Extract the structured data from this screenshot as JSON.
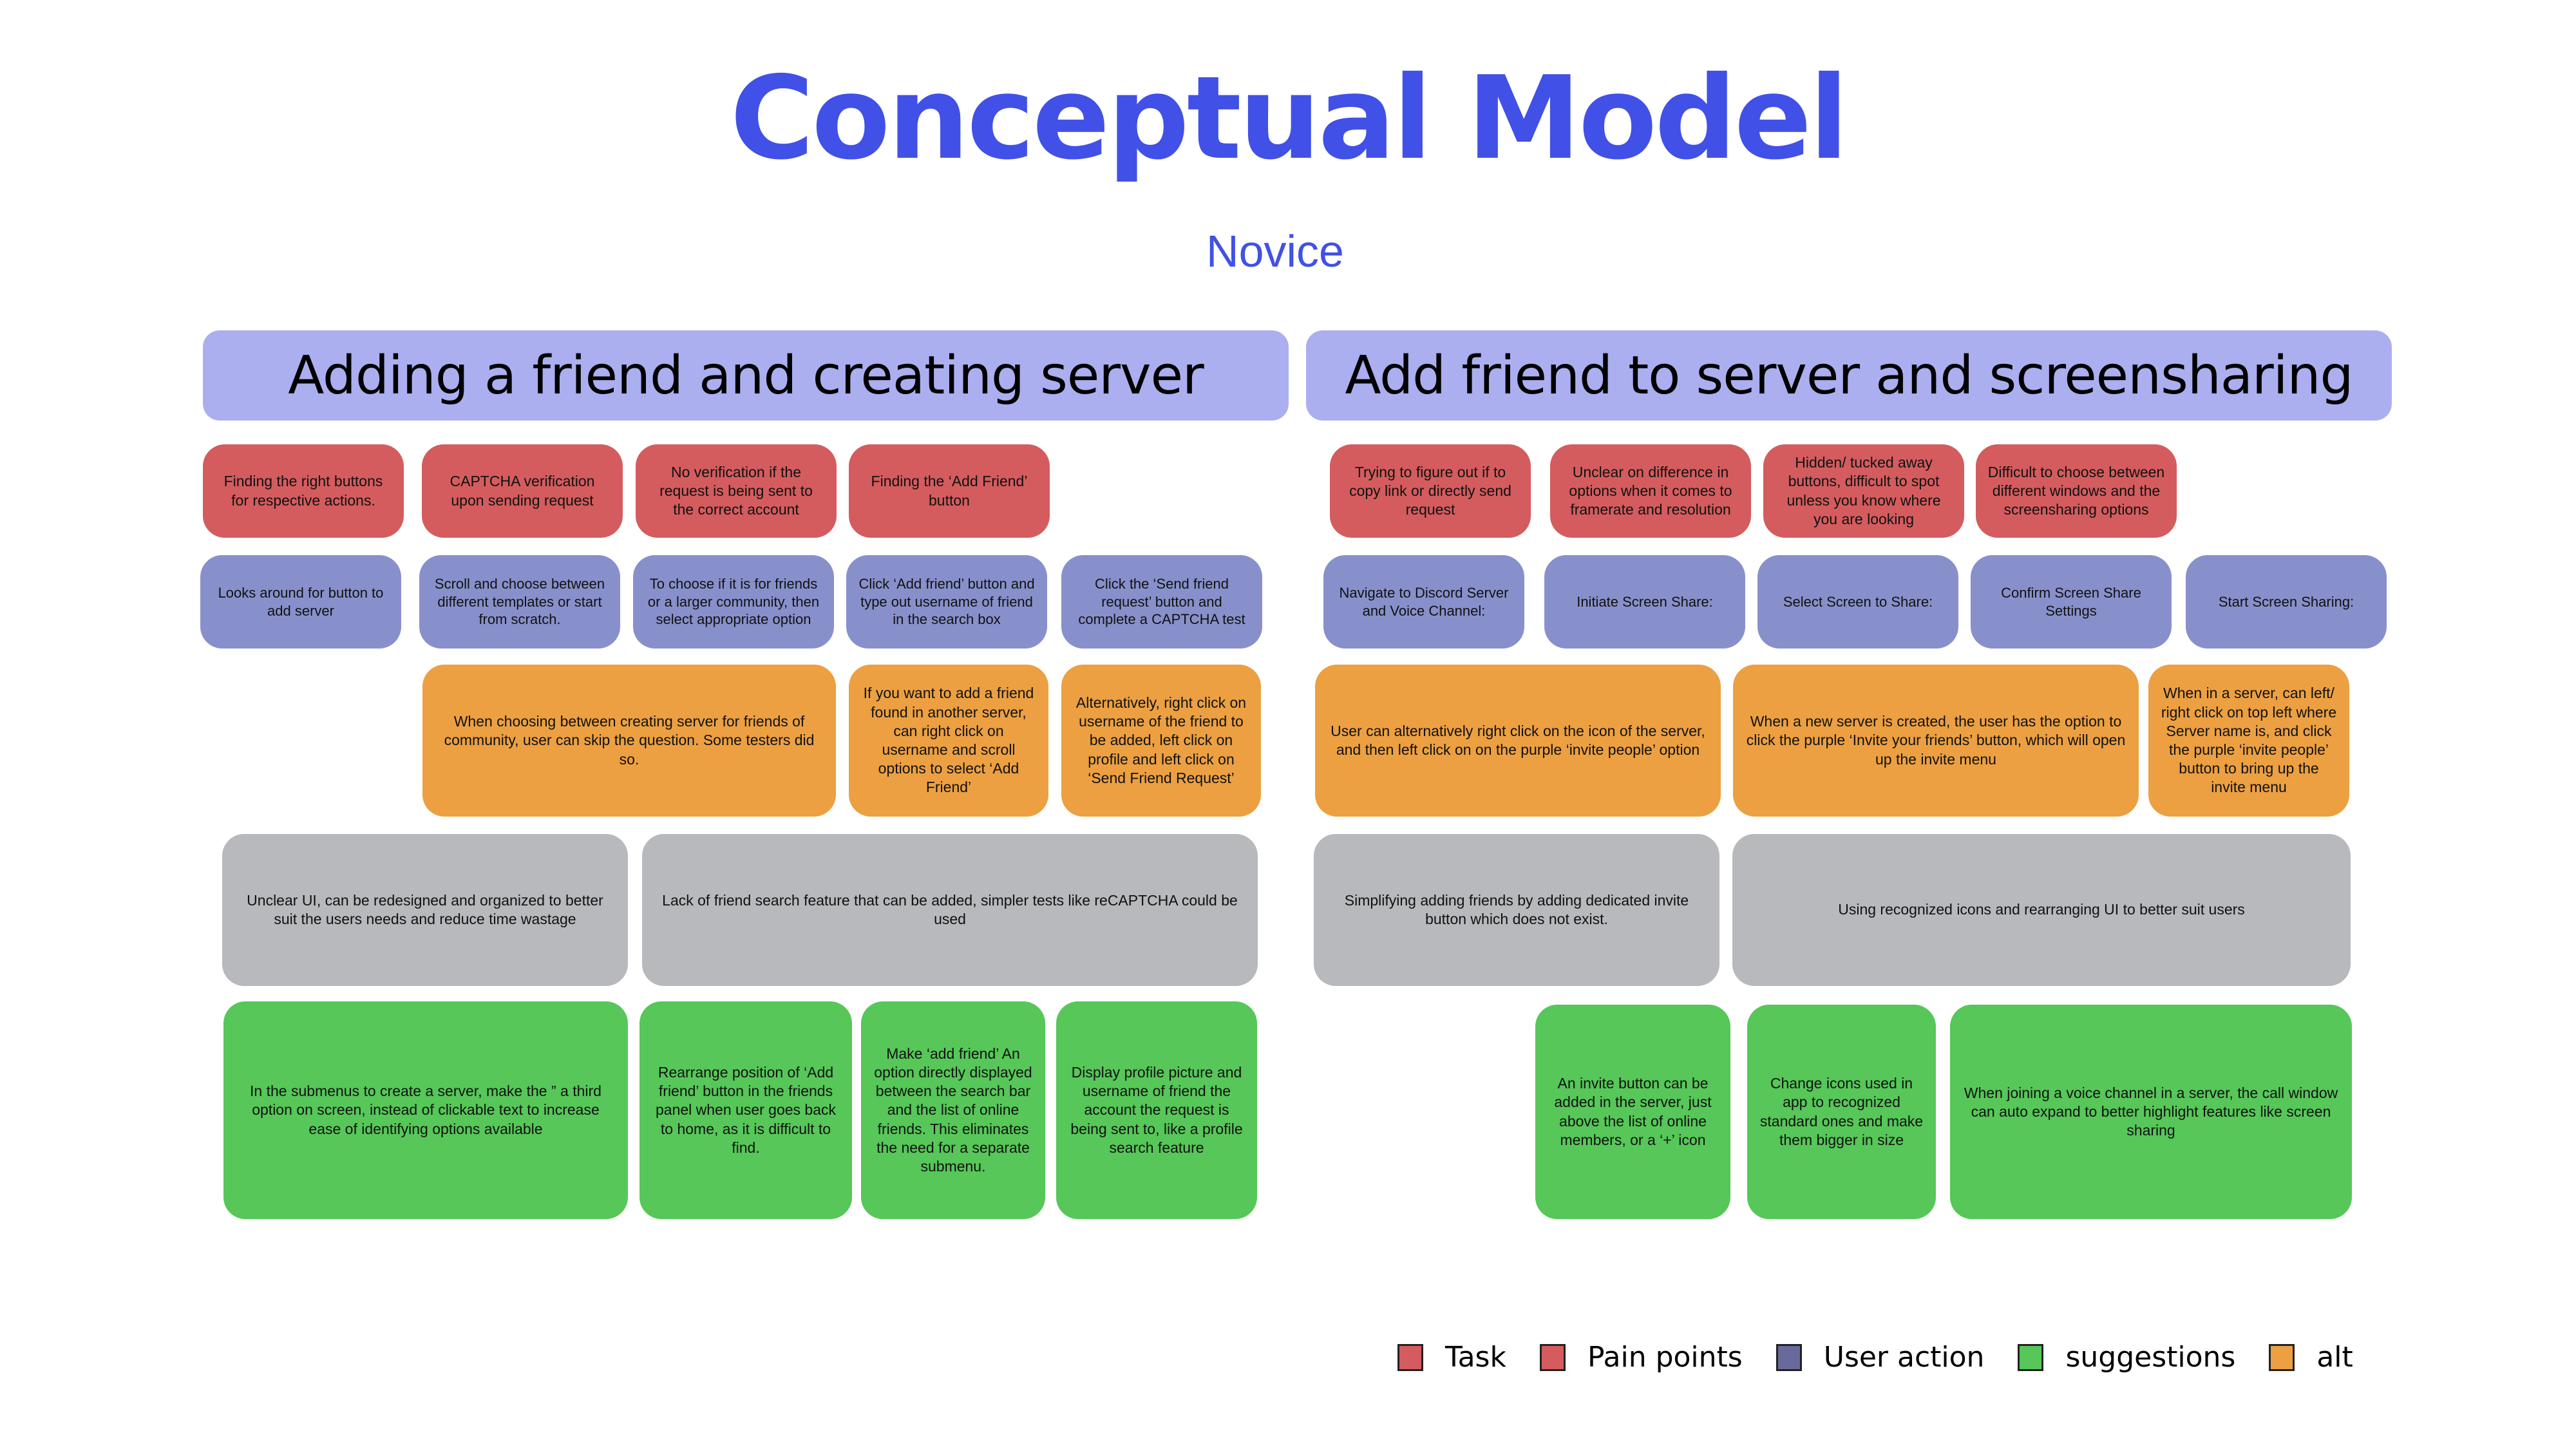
{
  "title": "Conceptual Model",
  "subtitle": "Novice",
  "colors": {
    "accent": "#4150e6",
    "header": "#abaff0",
    "task": "#d45c5e",
    "user_action": "#8890cb",
    "alt": "#eca042",
    "pain_points": "#b8b9bd",
    "suggestions": "#56c758"
  },
  "sections": [
    {
      "header": "Adding a friend and creating server",
      "tasks": [
        "Finding the right buttons for respective actions.",
        "CAPTCHA verification upon sending request",
        "No verification if the request is being sent to the correct account",
        "Finding the ‘Add Friend’ button"
      ],
      "user_actions": [
        "Looks around for button to add server",
        "Scroll and choose between different templates or start from scratch.",
        "To choose if it is for friends or a larger community, then select appropriate option",
        "Click ‘Add friend’ button and type out username of friend in the search box",
        "Click the ‘Send friend request’ button and complete a CAPTCHA test"
      ],
      "alts": [
        "When choosing between creating server for friends of community, user can skip the question. Some testers did so.",
        "If you want to add a friend found in another server, can right click on username and scroll options to select ‘Add Friend’",
        "Alternatively, right click on username of the friend to be added, left click on profile and left click on ‘Send Friend Request’"
      ],
      "pain_points": [
        "Unclear UI, can be redesigned and organized to better suit the users needs and reduce time wastage",
        "Lack of friend search feature that can be added, simpler tests like reCAPTCHA could be used"
      ],
      "suggestions": [
        "In the submenus to create a server, make the ” a third option on screen, instead of clickable text to increase ease of identifying options available",
        "Rearrange position of ‘Add friend’ button in the friends panel when user goes back to home, as it is difficult to find.",
        "Make ‘add friend’ An option directly displayed between the search bar and the list of online friends. This eliminates the need for a separate submenu.",
        "Display profile picture and username of friend the account the request is being sent to, like a profile search feature"
      ]
    },
    {
      "header": "Add friend to server and screensharing",
      "tasks": [
        "Trying to figure out if to copy link or directly send request",
        "Unclear on difference in options when it comes to framerate and resolution",
        "Hidden/ tucked away buttons, difficult to spot unless you know where you are looking",
        "Difficult to choose between different windows and the screensharing options"
      ],
      "user_actions": [
        "Navigate to Discord Server and Voice Channel:",
        "Initiate Screen Share:",
        "Select Screen to Share:",
        "Confirm Screen Share Settings",
        "Start Screen Sharing:"
      ],
      "alts": [
        "User can alternatively right click on the icon of the server, and then left click on on the purple ‘invite people’ option",
        "When a new server is created, the user has the option to click the purple ‘Invite your friends’ button, which will open up the invite menu",
        "When in a server, can left/ right click on top left where Server name is, and click the purple ‘invite people’ button to bring up the invite menu"
      ],
      "pain_points": [
        "Simplifying adding friends by adding dedicated invite button which does not exist.",
        "Using recognized icons and rearranging UI to better suit users"
      ],
      "suggestions": [
        "An invite button can be added in the server, just above the list of online members, or a ‘+’ icon",
        "Change icons used in app to recognized standard ones and make them bigger in size",
        "When joining a voice channel in a server, the call window can auto expand to better highlight features like screen sharing"
      ]
    }
  ],
  "legend": [
    {
      "label": "Task",
      "color": "#d45c5e"
    },
    {
      "label": "Pain points",
      "color": "#d45c5e"
    },
    {
      "label": "User action",
      "color": "#676a9a"
    },
    {
      "label": "suggestions",
      "color": "#56c758"
    },
    {
      "label": "alt",
      "color": "#eca042"
    }
  ]
}
